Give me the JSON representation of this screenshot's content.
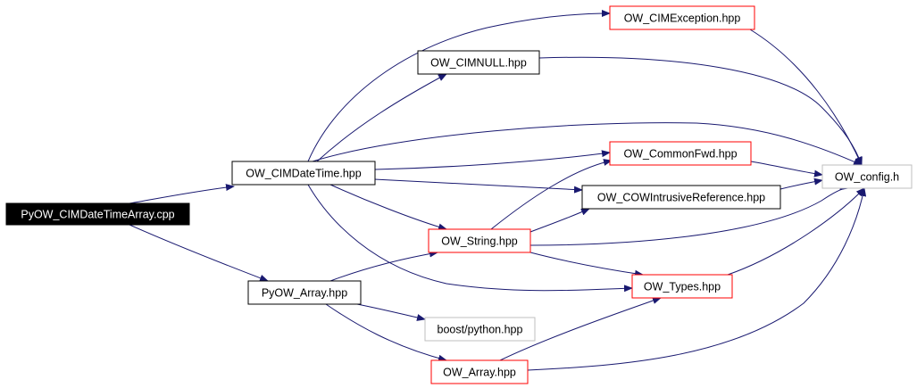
{
  "diagram": {
    "nodes": [
      {
        "id": "root",
        "label": "PyOW_CIMDateTimeArray.cpp",
        "style": "root"
      },
      {
        "id": "dt",
        "label": "OW_CIMDateTime.hpp",
        "style": "normal"
      },
      {
        "id": "pyarr",
        "label": "PyOW_Array.hpp",
        "style": "normal"
      },
      {
        "id": "exc",
        "label": "OW_CIMException.hpp",
        "style": "truncated"
      },
      {
        "id": "null",
        "label": "OW_CIMNULL.hpp",
        "style": "normal"
      },
      {
        "id": "cfwd",
        "label": "OW_CommonFwd.hpp",
        "style": "truncated"
      },
      {
        "id": "cowref",
        "label": "OW_COWIntrusiveReference.hpp",
        "style": "normal"
      },
      {
        "id": "string",
        "label": "OW_String.hpp",
        "style": "truncated"
      },
      {
        "id": "types",
        "label": "OW_Types.hpp",
        "style": "truncated"
      },
      {
        "id": "config",
        "label": "OW_config.h",
        "style": "external"
      },
      {
        "id": "boostpy",
        "label": "boost/python.hpp",
        "style": "external"
      },
      {
        "id": "array",
        "label": "OW_Array.hpp",
        "style": "truncated"
      }
    ],
    "edges": [
      {
        "from": "root",
        "to": "dt"
      },
      {
        "from": "root",
        "to": "pyarr"
      },
      {
        "from": "dt",
        "to": "exc"
      },
      {
        "from": "dt",
        "to": "null"
      },
      {
        "from": "dt",
        "to": "config"
      },
      {
        "from": "dt",
        "to": "cfwd"
      },
      {
        "from": "dt",
        "to": "cowref"
      },
      {
        "from": "dt",
        "to": "string"
      },
      {
        "from": "dt",
        "to": "types"
      },
      {
        "from": "exc",
        "to": "config"
      },
      {
        "from": "null",
        "to": "config"
      },
      {
        "from": "cfwd",
        "to": "config"
      },
      {
        "from": "cowref",
        "to": "config"
      },
      {
        "from": "string",
        "to": "cfwd"
      },
      {
        "from": "string",
        "to": "cowref"
      },
      {
        "from": "string",
        "to": "config"
      },
      {
        "from": "string",
        "to": "types"
      },
      {
        "from": "types",
        "to": "config"
      },
      {
        "from": "pyarr",
        "to": "string"
      },
      {
        "from": "pyarr",
        "to": "boostpy"
      },
      {
        "from": "pyarr",
        "to": "array"
      },
      {
        "from": "array",
        "to": "types"
      },
      {
        "from": "array",
        "to": "config"
      }
    ],
    "colors": {
      "edge": "#191970",
      "root_fill": "#000000",
      "root_text": "#ffffff",
      "normal_border": "#000000",
      "truncated_border": "#ff0000",
      "external_border": "#bfbfbf",
      "node_fill": "#ffffff",
      "node_text": "#000000"
    }
  }
}
